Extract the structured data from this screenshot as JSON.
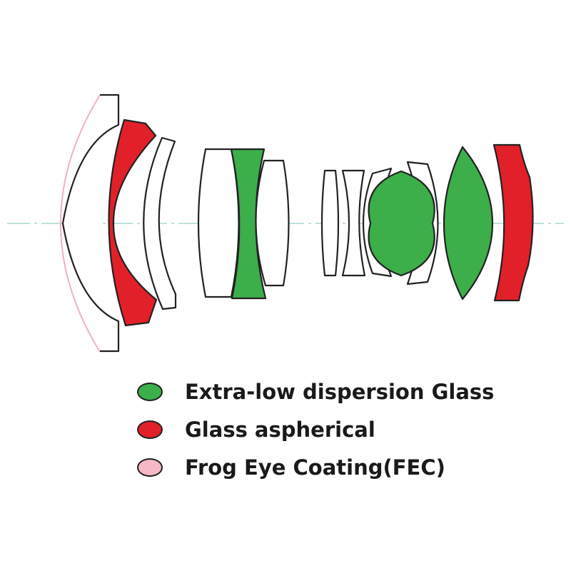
{
  "colors": {
    "ed_glass": "#3cae4a",
    "aspherical": "#e2202a",
    "fec": "#f6b8c6",
    "outline": "#222222",
    "plain_lens": "#ffffff",
    "optical_axis": "#a8d8d4",
    "fec_outline": "#f3b0bf"
  },
  "legend": {
    "items": [
      {
        "label": "Extra-low dispersion Glass",
        "color": "#3cae4a",
        "icon": "green-circle-icon"
      },
      {
        "label": "Glass aspherical",
        "color": "#e2202a",
        "icon": "red-circle-icon"
      },
      {
        "label": "Frog Eye Coating(FEC)",
        "color": "#f6b8c6",
        "icon": "pink-circle-icon"
      }
    ]
  },
  "lens_elements": [
    {
      "id": 1,
      "material": "plain",
      "coating": "fec"
    },
    {
      "id": 2,
      "material": "aspherical"
    },
    {
      "id": 3,
      "material": "plain"
    },
    {
      "id": 4,
      "material": "plain"
    },
    {
      "id": 5,
      "material": "ed_glass"
    },
    {
      "id": 6,
      "material": "plain"
    },
    {
      "id": 7,
      "material": "plain"
    },
    {
      "id": 8,
      "material": "plain"
    },
    {
      "id": 9,
      "material": "plain"
    },
    {
      "id": 10,
      "material": "ed_glass"
    },
    {
      "id": 11,
      "material": "plain"
    },
    {
      "id": 12,
      "material": "ed_glass"
    },
    {
      "id": 13,
      "material": "aspherical"
    }
  ]
}
